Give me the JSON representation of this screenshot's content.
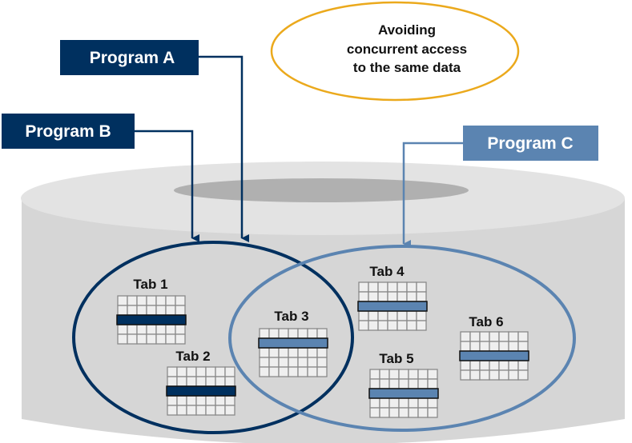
{
  "colors": {
    "dark_blue": "#00305f",
    "light_blue": "#5b84b1",
    "callout_border": "#eba91c",
    "cylinder_top": "#e3e3e3",
    "cylinder_body": "#d6d6d6",
    "cylinder_hole": "#b0b0b0",
    "grid_cell": "#efefef",
    "grid_line": "#8a8a8a"
  },
  "callout": {
    "lines": [
      "Avoiding",
      "concurrent access",
      "to the same data"
    ]
  },
  "programs": [
    {
      "id": "A",
      "label": "Program A",
      "color": "dark_blue"
    },
    {
      "id": "B",
      "label": "Program B",
      "color": "dark_blue"
    },
    {
      "id": "C",
      "label": "Program C",
      "color": "light_blue"
    }
  ],
  "groups": [
    {
      "name": "programs-a-b-scope",
      "color": "dark_blue",
      "accessed_by": [
        "Program A",
        "Program B"
      ],
      "tables": [
        "Tab 1",
        "Tab 2",
        "Tab 3"
      ]
    },
    {
      "name": "program-c-scope",
      "color": "light_blue",
      "accessed_by": [
        "Program C"
      ],
      "tables": [
        "Tab 3",
        "Tab 4",
        "Tab 5",
        "Tab 6"
      ]
    }
  ],
  "tables": [
    {
      "label": "Tab 1",
      "highlight_row": 3,
      "highlight_color": "dark_blue"
    },
    {
      "label": "Tab 2",
      "highlight_row": 3,
      "highlight_color": "dark_blue"
    },
    {
      "label": "Tab 3",
      "highlight_row": 2,
      "highlight_color": "light_blue"
    },
    {
      "label": "Tab 4",
      "highlight_row": 3,
      "highlight_color": "light_blue"
    },
    {
      "label": "Tab 5",
      "highlight_row": 3,
      "highlight_color": "light_blue"
    },
    {
      "label": "Tab 6",
      "highlight_row": 3,
      "highlight_color": "light_blue"
    }
  ],
  "table_grid": {
    "rows": 5,
    "columns": 7
  }
}
